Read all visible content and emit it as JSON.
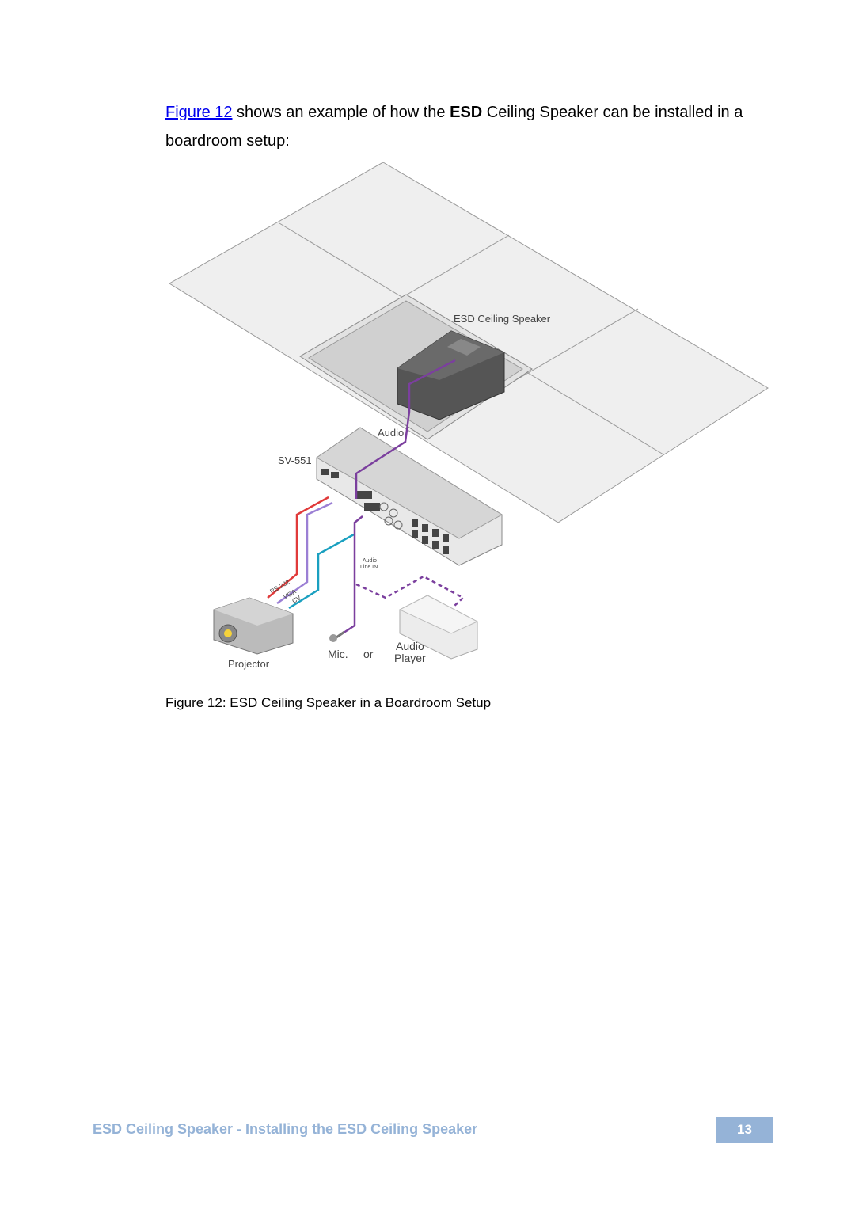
{
  "intro": {
    "link": "Figure 12",
    "text_before_bold": " shows an example of how the ",
    "bold": "ESD",
    "text_after_bold": " Ceiling Speaker can be installed in a boardroom setup:"
  },
  "diagram": {
    "speaker_label": "ESD Ceiling Speaker",
    "audio_label": "Audio",
    "switcher_label": "SV-551",
    "rs232_label": "RS-232",
    "vga_label": "VGA",
    "cv_label": "CV",
    "line_in_label_1": "Audio",
    "line_in_label_2": "Line IN",
    "projector_label": "Projector",
    "mic_label": "Mic.",
    "or_label": "or",
    "player_label_1": "Audio",
    "player_label_2": "Player"
  },
  "caption": "Figure 12: ESD Ceiling Speaker in a Boardroom Setup",
  "footer": {
    "title": "ESD Ceiling Speaker - Installing the ESD Ceiling Speaker",
    "page": "13"
  },
  "colors": {
    "link": "#0000ee",
    "footer": "#95b3d7",
    "rs232": "#e03a3a",
    "vga": "#9b7fd4",
    "cv": "#1aa0c0",
    "audio": "#7b3f9e"
  }
}
